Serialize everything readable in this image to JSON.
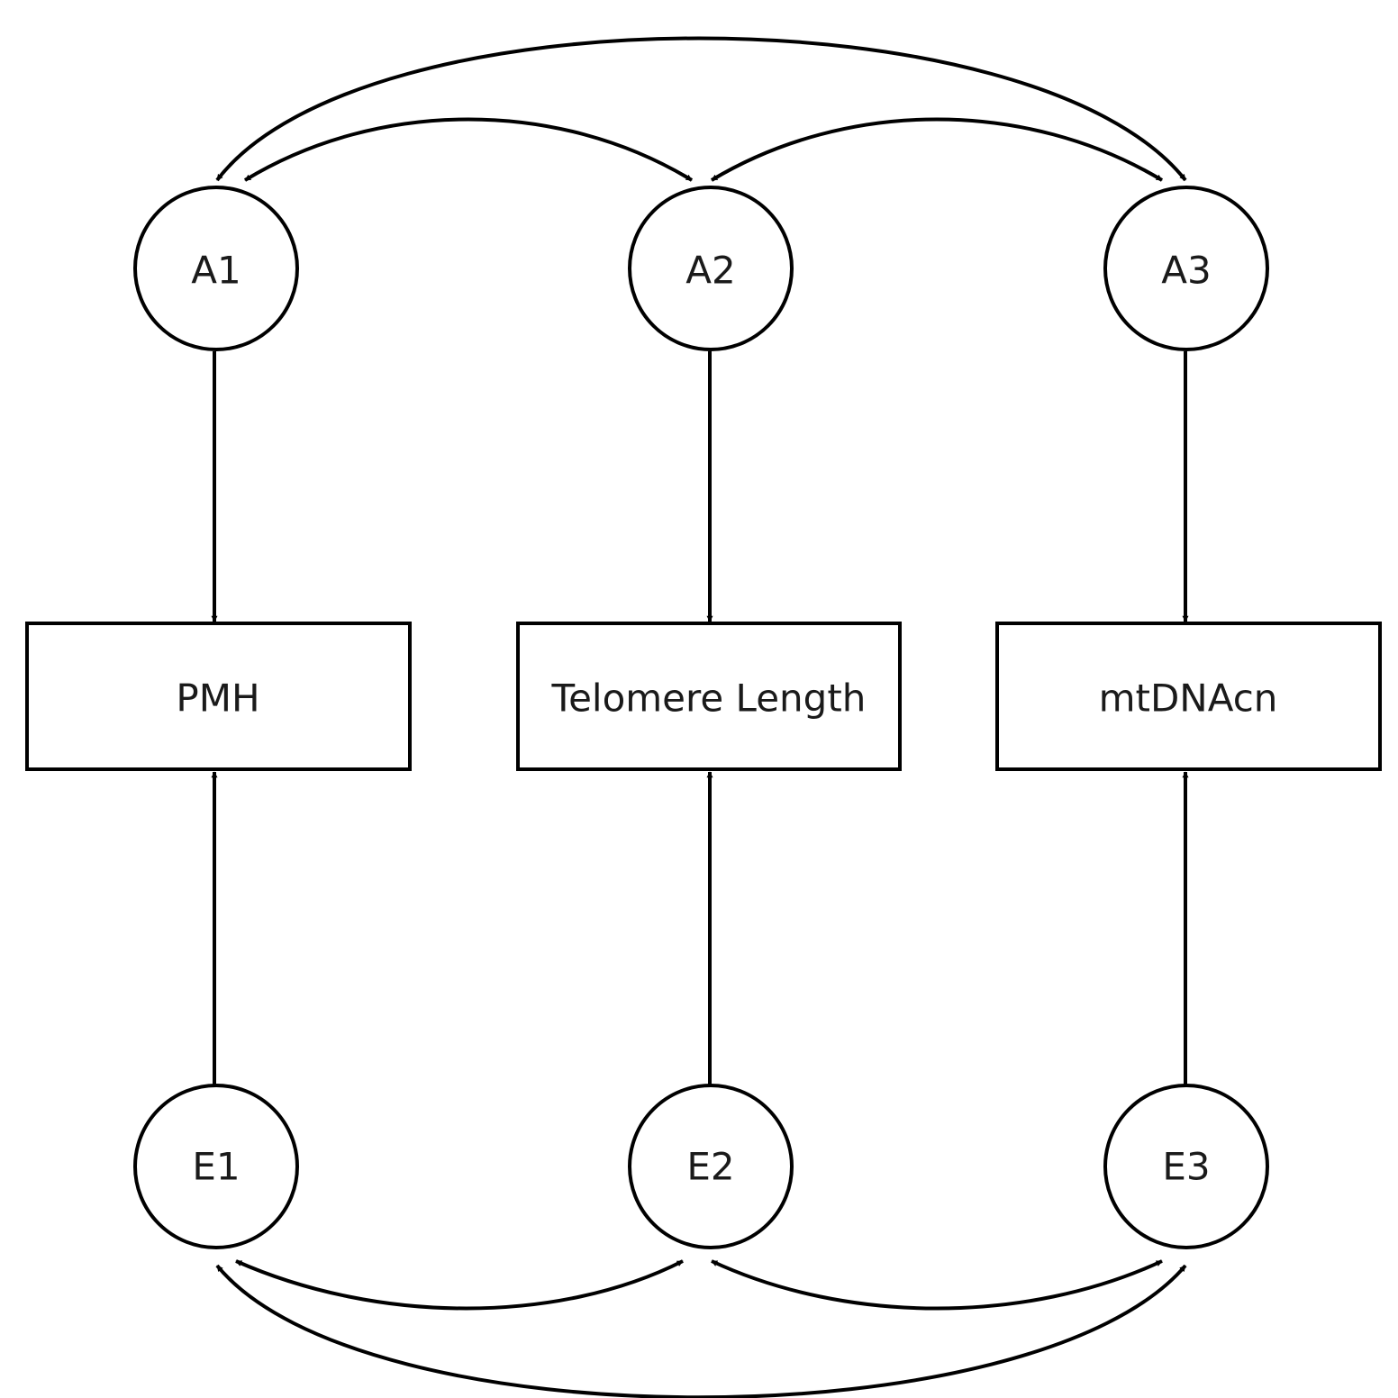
{
  "nodes": {
    "a1": {
      "label": "A1"
    },
    "a2": {
      "label": "A2"
    },
    "a3": {
      "label": "A3"
    },
    "pmh": {
      "label": "PMH"
    },
    "telomere": {
      "label": "Telomere Length"
    },
    "mtdna": {
      "label": "mtDNAcn"
    },
    "e1": {
      "label": "E1"
    },
    "e2": {
      "label": "E2"
    },
    "e3": {
      "label": "E3"
    }
  },
  "edges": [
    {
      "from": "a1",
      "to": "pmh",
      "type": "directed"
    },
    {
      "from": "a2",
      "to": "telomere",
      "type": "directed"
    },
    {
      "from": "a3",
      "to": "mtdna",
      "type": "directed"
    },
    {
      "from": "e1",
      "to": "pmh",
      "type": "directed"
    },
    {
      "from": "e2",
      "to": "telomere",
      "type": "directed"
    },
    {
      "from": "e3",
      "to": "mtdna",
      "type": "directed"
    },
    {
      "from": "a1",
      "to": "a2",
      "type": "bidirectional"
    },
    {
      "from": "a2",
      "to": "a3",
      "type": "bidirectional"
    },
    {
      "from": "a1",
      "to": "a3",
      "type": "bidirectional"
    },
    {
      "from": "e1",
      "to": "e2",
      "type": "bidirectional"
    },
    {
      "from": "e2",
      "to": "e3",
      "type": "bidirectional"
    },
    {
      "from": "e1",
      "to": "e3",
      "type": "bidirectional"
    }
  ]
}
